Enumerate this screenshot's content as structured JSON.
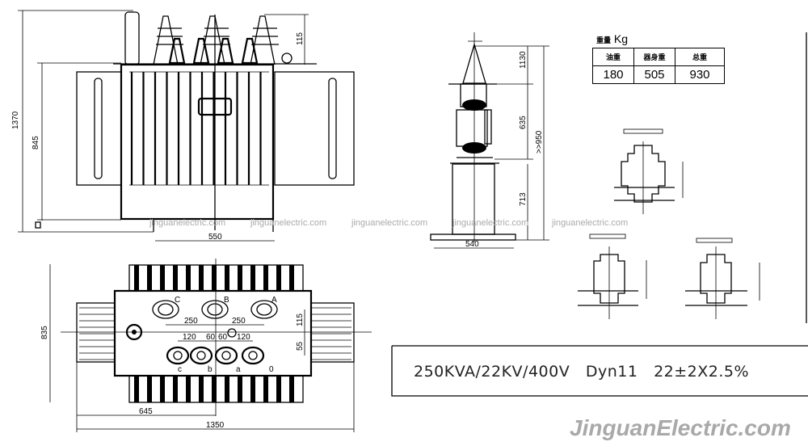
{
  "front_view": {
    "dims": {
      "total_height": "1370",
      "tank_height": "845",
      "wheel_gauge": "550",
      "bushing_height": "115"
    }
  },
  "side_view": {
    "dims": {
      "top": "1130",
      "middle": "635",
      "total": ">>950",
      "base": "713",
      "base_width": "540"
    }
  },
  "plan_view": {
    "hv_labels": [
      "C",
      "B",
      "A"
    ],
    "lv_labels": [
      "c",
      "b",
      "a",
      "0"
    ],
    "dims": {
      "depth": "835",
      "hv_spacing_1": "250",
      "hv_spacing_2": "250",
      "lv_1": "120",
      "lv_2": "60",
      "lv_3": "60",
      "lv_4": "120",
      "offset_1": "115",
      "offset_2": "55",
      "half_length": "645",
      "total_length": "1350"
    }
  },
  "weight_table": {
    "title_prefix": "重量",
    "unit": "Kg",
    "headers": [
      "油重",
      "器身重",
      "总重"
    ],
    "values": [
      "180",
      "505",
      "930"
    ]
  },
  "watermark_row": [
    "jinguanelectric.com",
    "jinguanelectric.com",
    "jinguanelectric.com",
    "jinguanelectric.com",
    "jinguanelectric.com"
  ],
  "spec": {
    "rating": "250KVA/22KV/400V",
    "vector_group": "Dyn11",
    "tapping": "22±2X2.5%"
  },
  "brand_watermark": "JinguanElectric.com"
}
